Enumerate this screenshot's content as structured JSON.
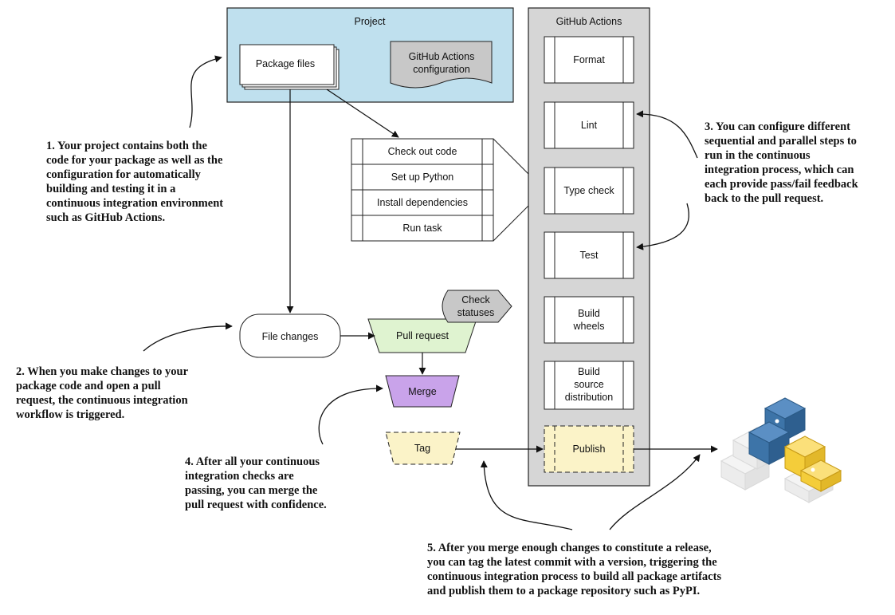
{
  "project": {
    "title": "Project",
    "package_files": "Package files",
    "config_line1": "GitHub Actions",
    "config_line2": "configuration"
  },
  "workflow_steps": [
    "Check out code",
    "Set up Python",
    "Install dependencies",
    "Run task"
  ],
  "github_actions": {
    "title": "GitHub Actions",
    "steps": [
      [
        "Format"
      ],
      [
        "Lint"
      ],
      [
        "Type check"
      ],
      [
        "Test"
      ],
      [
        "Build",
        "wheels"
      ],
      [
        "Build",
        "source",
        "distribution"
      ]
    ],
    "publish": "Publish"
  },
  "flow": {
    "file_changes": "File changes",
    "pull_request": "Pull request",
    "check_statuses_line1": "Check",
    "check_statuses_line2": "statuses",
    "merge": "Merge",
    "tag": "Tag"
  },
  "annotations": {
    "note1": [
      "1. Your project contains both the",
      "code for your package as well as the",
      "configuration for automatically",
      "building and testing it in a",
      "continuous integration environment",
      "such as GitHub Actions."
    ],
    "note2": [
      "2. When you make changes to your",
      "package code and open a pull",
      "request, the continuous integration",
      "workflow is triggered."
    ],
    "note3": [
      "3. You can configure different",
      "sequential and parallel steps to",
      "run in the continuous",
      "integration process, which can",
      "each provide pass/fail feedback",
      "back to the pull request."
    ],
    "note4": [
      "4. After all your continuous",
      "integration checks are",
      "passing, you can merge the",
      "pull request with confidence."
    ],
    "note5": [
      "5. After you merge enough changes to constitute a release,",
      "you can tag the latest commit with a version, triggering the",
      "continuous integration process to build all package artifacts",
      "and publish them to a package repository such as PyPI."
    ]
  },
  "colors": {
    "project_fill": "#bfe0ee",
    "actions_fill": "#d6d6d6",
    "pull_request_fill": "#dff3d0",
    "merge_fill": "#c9a3ea",
    "tag_publish_fill": "#fbf3c8",
    "check_statuses_fill": "#c8c8c8",
    "pypi_blue": "#3d74a8",
    "pypi_yellow": "#f4cd3a"
  },
  "icons": [
    "pypi-icon"
  ]
}
